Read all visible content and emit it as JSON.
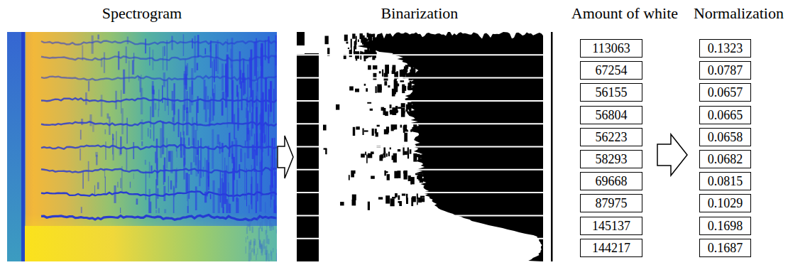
{
  "diagram": {
    "labels": [
      "Spectrogram",
      "Binarization",
      "Amount of white",
      "Normalization",
      "113063",
      "67254",
      "56155",
      "56804",
      "56223",
      "58293",
      "69668",
      "87975",
      "145137",
      "144217",
      "0.1323",
      "0.0787",
      "0.0657",
      "0.0665",
      "0.0658",
      "0.0682",
      "0.0815",
      "0.1029",
      "0.1698",
      "0.1687"
    ]
  }
}
